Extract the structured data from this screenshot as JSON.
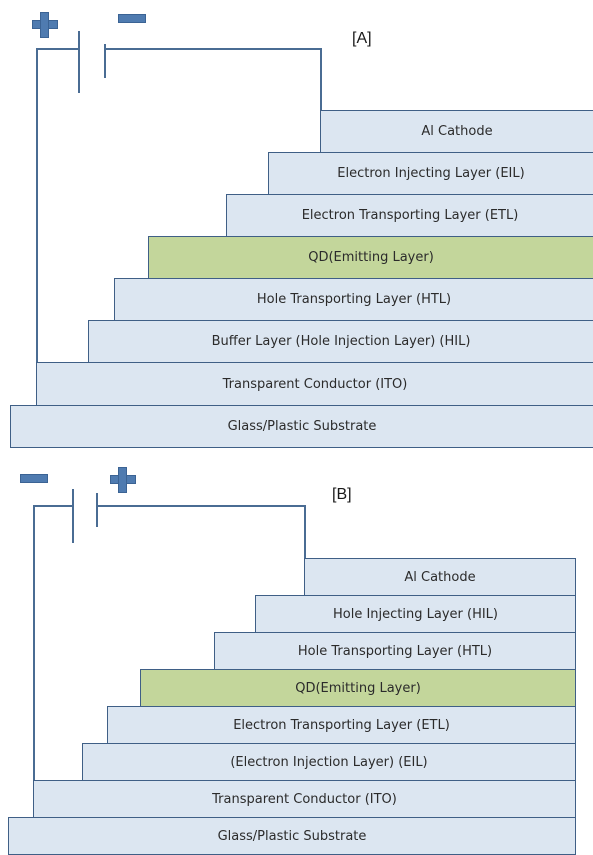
{
  "diagram_a": {
    "label": "[A]",
    "terminals": {
      "left": "plus-icon",
      "right": "minus-icon"
    },
    "layers": [
      "Al Cathode",
      "Electron Injecting Layer (EIL)",
      "Electron Transporting Layer (ETL)",
      "QD(Emitting Layer)",
      "Hole Transporting Layer (HTL)",
      "Buffer Layer (Hole Injection Layer) (HIL)",
      "Transparent Conductor (ITO)",
      "Glass/Plastic Substrate"
    ]
  },
  "diagram_b": {
    "label": "[B]",
    "terminals": {
      "left": "minus-icon",
      "right": "plus-icon"
    },
    "layers": [
      "Al Cathode",
      "Hole Injecting Layer (HIL)",
      "Hole Transporting Layer (HTL)",
      "QD(Emitting Layer)",
      "Electron Transporting Layer (ETL)",
      "(Electron Injection Layer) (EIL)",
      "Transparent Conductor (ITO)",
      "Glass/Plastic Substrate"
    ]
  },
  "colors": {
    "layer_fill": "#dce6f1",
    "emitting_fill": "#c3d69b",
    "border": "#3f5f86",
    "terminal": "#4f7bb0"
  }
}
